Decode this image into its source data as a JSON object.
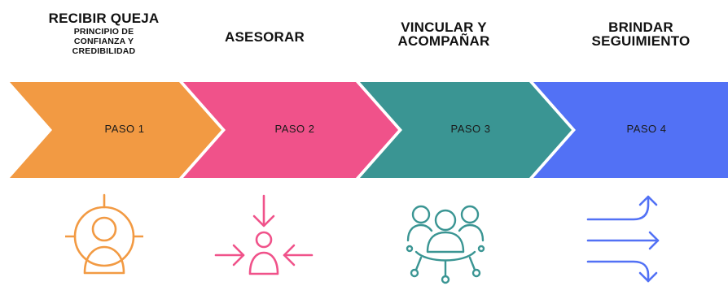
{
  "steps": [
    {
      "title": "RECIBIR QUEJA",
      "subtitle_lines": [
        "PRINCIPIO DE",
        "CONFIANZA Y",
        "CREDIBILIDAD"
      ],
      "label": "PASO 1",
      "color": "#F29A43",
      "icon": "target-person-icon"
    },
    {
      "title": "ASESORAR",
      "label": "PASO 2",
      "color": "#F0528A",
      "icon": "person-arrows-inward-icon"
    },
    {
      "title_lines": [
        "VINCULAR Y",
        "ACOMPAÑAR"
      ],
      "label": "PASO 3",
      "color": "#3A9593",
      "icon": "group-network-icon"
    },
    {
      "title_lines": [
        "BRINDAR",
        "SEGUIMIENTO"
      ],
      "label": "PASO 4",
      "color": "#5271F5",
      "icon": "diverging-arrows-icon"
    }
  ]
}
